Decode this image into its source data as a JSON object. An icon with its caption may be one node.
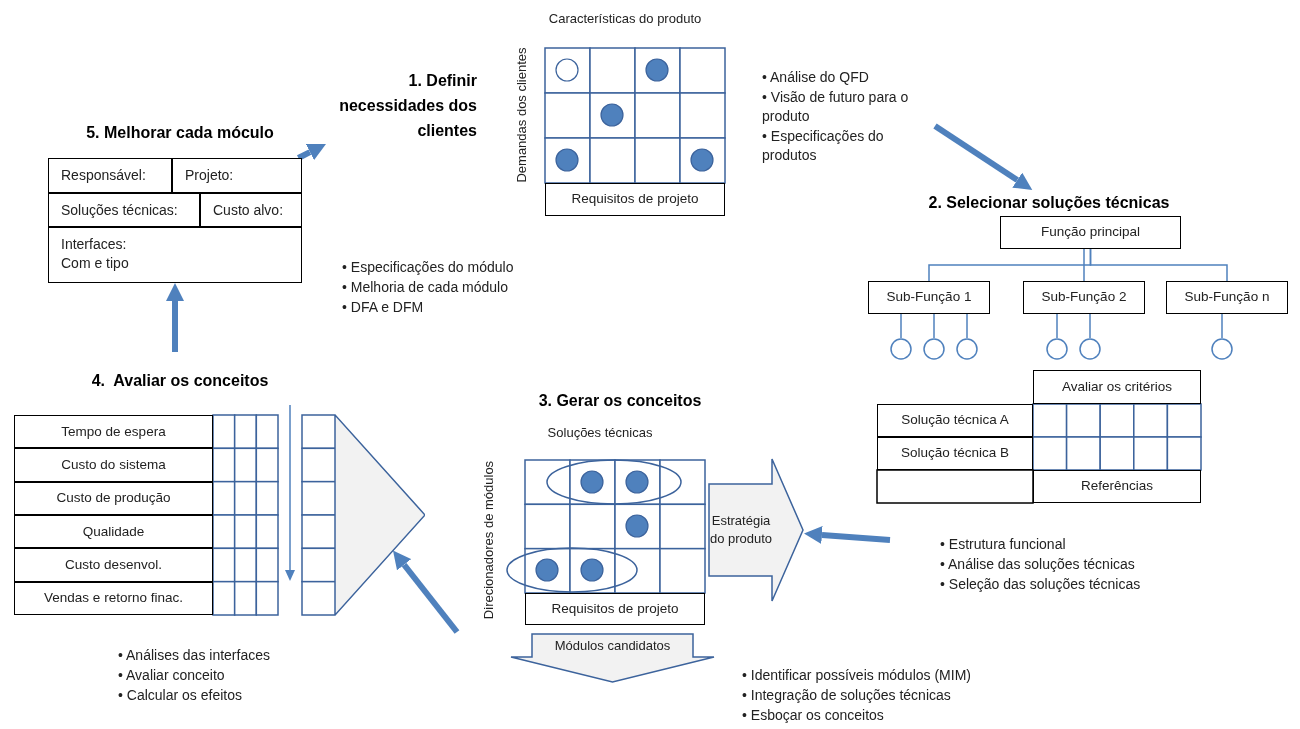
{
  "diagram": {
    "nodes": [
      {
        "text": [
          "Responsável:",
          "Projeto:",
          "Soluções técnicas:",
          "Custo alvo:",
          "Interfaces: Com e tipo"
        ]
      },
      {
        "text": [
          "1. Definir necessidades dos clientes"
        ]
      },
      {
        "text": [
          "Requisitos de projeto"
        ]
      },
      {
        "text": [
          "2. Selecionar soluções técnicas"
        ]
      },
      {
        "text": [
          "Função principal"
        ]
      },
      {
        "text": [
          "Sub-Função 1"
        ]
      },
      {
        "text": [
          "Sub-Função 2"
        ]
      },
      {
        "text": [
          "Sub-Função n"
        ]
      },
      {
        "text": [],
        "shape": "circle"
      },
      {
        "text": [],
        "shape": "circle"
      },
      {
        "text": [],
        "shape": "circle"
      },
      {
        "text": [],
        "shape": "circle"
      },
      {
        "text": [],
        "shape": "circle"
      },
      {
        "text": [],
        "shape": "circle"
      },
      {
        "text": [
          "Estratégia do produto"
        ]
      },
      {
        "text": [
          "Requisitos de projeto"
        ]
      },
      {
        "text": [
          "Módulos candidatos"
        ]
      },
      {
        "text": [],
        "shape": "triangle"
      }
    ],
    "edges": [
      {
        "from": 0,
        "to": 1,
        "arrow": "to",
        "style": "thick"
      },
      {
        "from": null,
        "to": 3,
        "arrow": "to",
        "style": "thick"
      },
      {
        "from": null,
        "to": 14,
        "arrow": "to",
        "style": "thick"
      },
      {
        "from": null,
        "to": 17,
        "arrow": "to",
        "style": "thick"
      },
      {
        "from": null,
        "to": 0,
        "arrow": "to",
        "style": "thick"
      },
      {
        "from": 4,
        "to": 5,
        "arrow": "none"
      },
      {
        "from": 4,
        "to": 6,
        "arrow": "none"
      },
      {
        "from": 4,
        "to": 7,
        "arrow": "none"
      },
      {
        "from": 5,
        "to": 8,
        "arrow": "none"
      },
      {
        "from": 5,
        "to": 9,
        "arrow": "none"
      },
      {
        "from": 5,
        "to": 10,
        "arrow": "none"
      },
      {
        "from": 6,
        "to": 11,
        "arrow": "none"
      },
      {
        "from": 6,
        "to": 12,
        "arrow": "none"
      },
      {
        "from": 7,
        "to": 13,
        "arrow": "none"
      }
    ],
    "labels": [
      "5. Melhorar cada móculo",
      "Características do produto",
      "Demandas dos clientes",
      "• Análise do QFD",
      "• Visão de futuro para o produto",
      "• Especificações do produtos",
      "• Especificações do módulo",
      "• Melhoria de cada módulo",
      "• DFA e DFM",
      "Avaliar os critérios",
      "Solução técnica A",
      "Solução técnica B",
      "Referências",
      "4.  Avaliar os conceitos",
      "3. Gerar os conceitos",
      "Soluções técnicas",
      "Direcionadores de módulos",
      "• Estrutura funcional",
      "• Análise das soluções técnicas",
      "• Seleção das soluções técnicas",
      "Tempo de espera",
      "Custo do sistema",
      "Custo de produção",
      "Qualidade",
      "Custo desenvol.",
      "Vendas e retorno finac.",
      "• Análises das interfaces",
      "• Avaliar conceito",
      "• Calcular os efeitos",
      "• Identificar possíveis módulos (MIM)",
      "• Integração de soluções técnicas",
      "• Esboçar os conceitos"
    ]
  }
}
